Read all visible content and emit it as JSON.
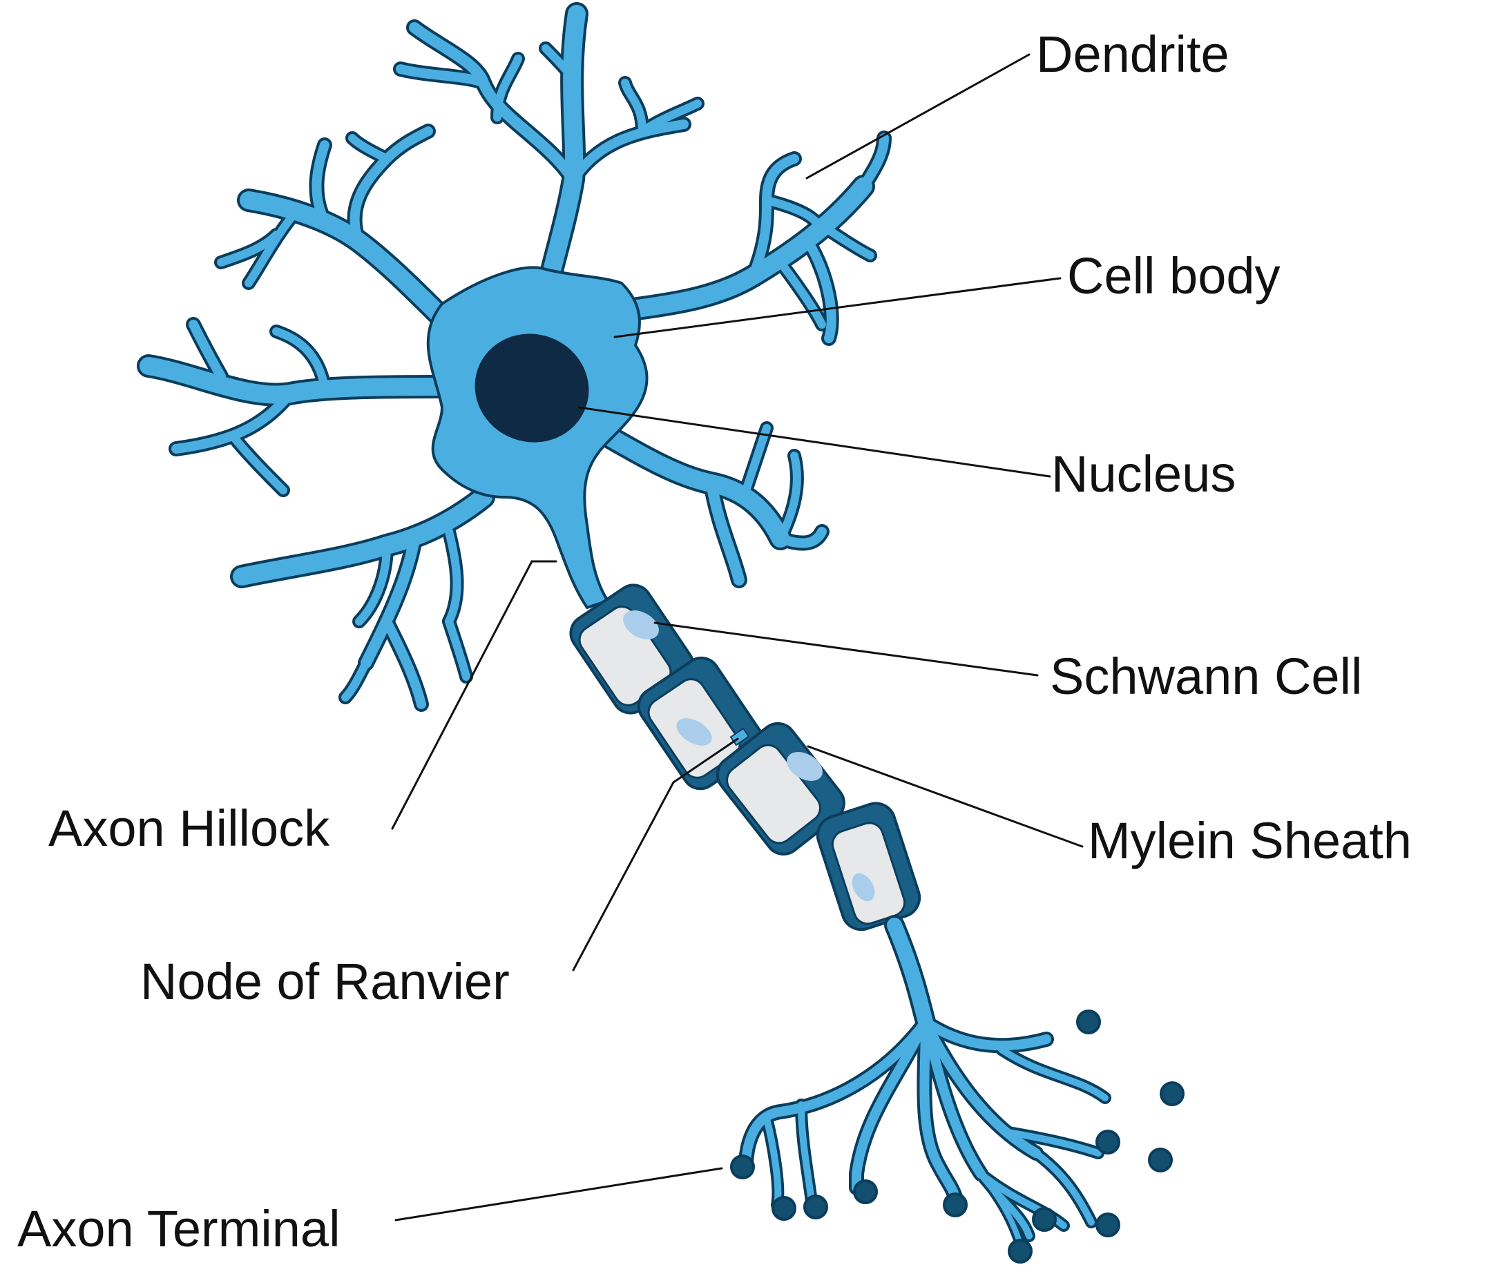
{
  "diagram": {
    "labels": {
      "dendrite": "Dendrite",
      "cell_body": "Cell body",
      "nucleus": "Nucleus",
      "schwann_cell": "Schwann Cell",
      "myelin_sheath": "Mylein Sheath",
      "axon_hillock": "Axon Hillock",
      "node_of_ranvier": "Node of Ranvier",
      "axon_terminal": "Axon Terminal"
    },
    "colors": {
      "neuron": "#4aafe0",
      "outline": "#0b3d5c",
      "nucleus": "#0f2a44",
      "sheath_dark": "#1a5f85",
      "sheath_light": "#e6e8ea",
      "sheath_highlight": "#a9cdea",
      "terminal_bulb": "#134f6e"
    }
  }
}
